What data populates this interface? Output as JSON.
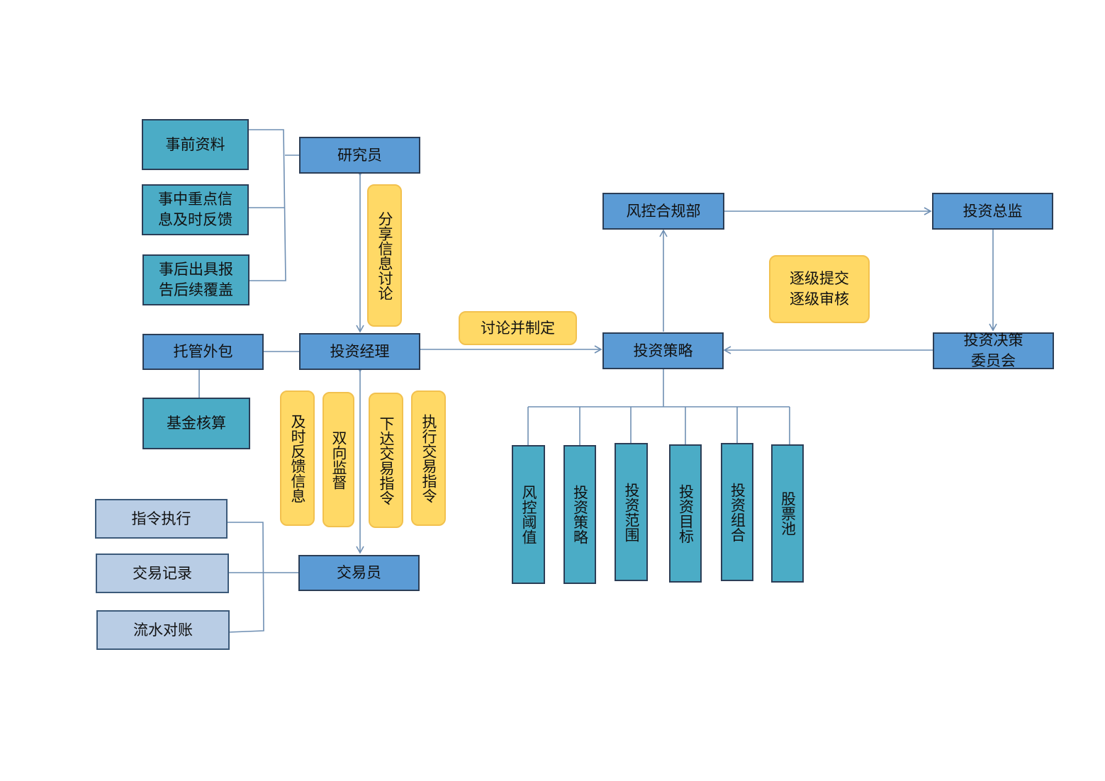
{
  "colors": {
    "role_box": "#5b9bd5",
    "teal_box": "#4bacc6",
    "light_box": "#b9cde5",
    "note_fill": "#ffd966",
    "note_border": "#f2c14e",
    "line": "#6f8fb3"
  },
  "nodes": {
    "researcher": "研究员",
    "pre_materials": "事前资料",
    "mid_feedback": "事中重点信\n息及时反馈",
    "post_report": "事后出具报\n告后续覆盖",
    "portfolio_manager": "投资经理",
    "custody": "托管外包",
    "fund_accounting": "基金核算",
    "trader": "交易员",
    "order_execution": "指令执行",
    "trade_record": "交易记录",
    "reconciliation": "流水对账",
    "risk_compliance": "风控合规部",
    "cio": "投资总监",
    "strategy": "投资策略",
    "committee": "投资决策\n委员会",
    "risk_threshold": "风控阈值",
    "invest_strategy": "投资策略",
    "invest_scope": "投资范围",
    "invest_target": "投资目标",
    "invest_portfolio": "投资组合",
    "stock_pool": "股票池"
  },
  "notes": {
    "share_info": "分享信息讨论",
    "discuss_define": "讨论并制定",
    "submit_review": "逐级提交\n逐级审核",
    "timely_feedback": "及时反馈信息",
    "mutual_supervision": "双向监督",
    "issue_orders": "下达交易指令",
    "execute_orders": "执行交易指令"
  }
}
